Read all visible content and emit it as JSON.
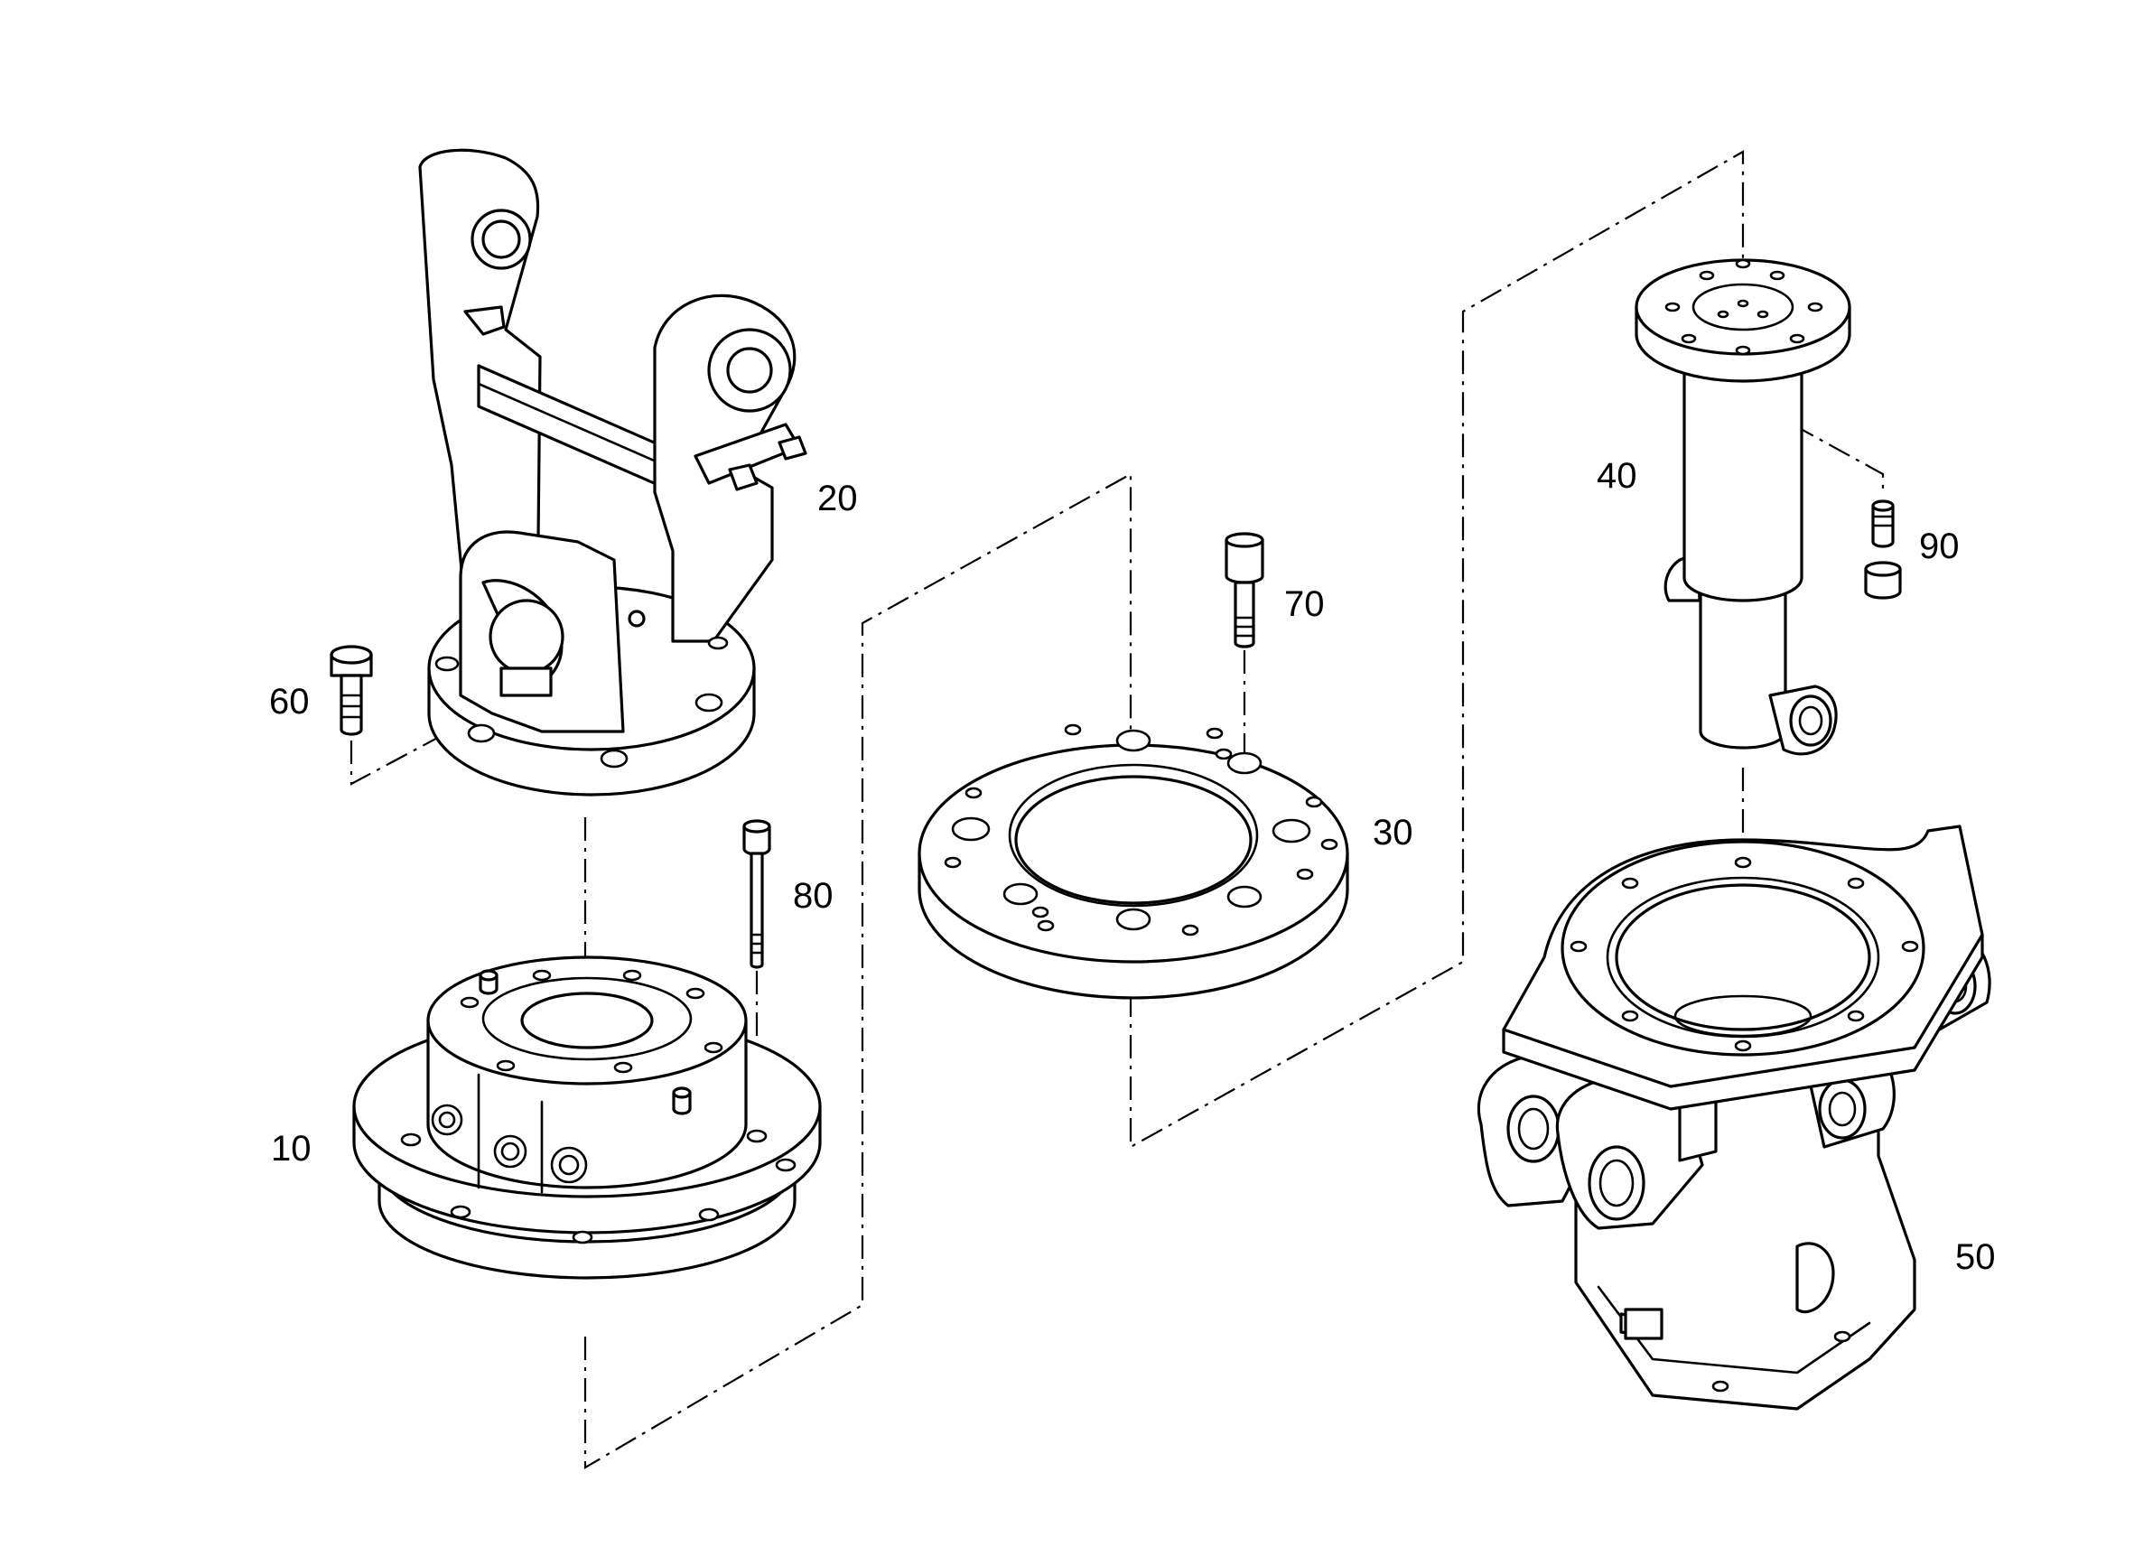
{
  "callouts": {
    "p10": "10",
    "p20": "20",
    "p30": "30",
    "p40": "40",
    "p50": "50",
    "p60": "60",
    "p70": "70",
    "p80": "80",
    "p90": "90"
  },
  "colors": {
    "line": "#000000",
    "background": "#ffffff"
  }
}
